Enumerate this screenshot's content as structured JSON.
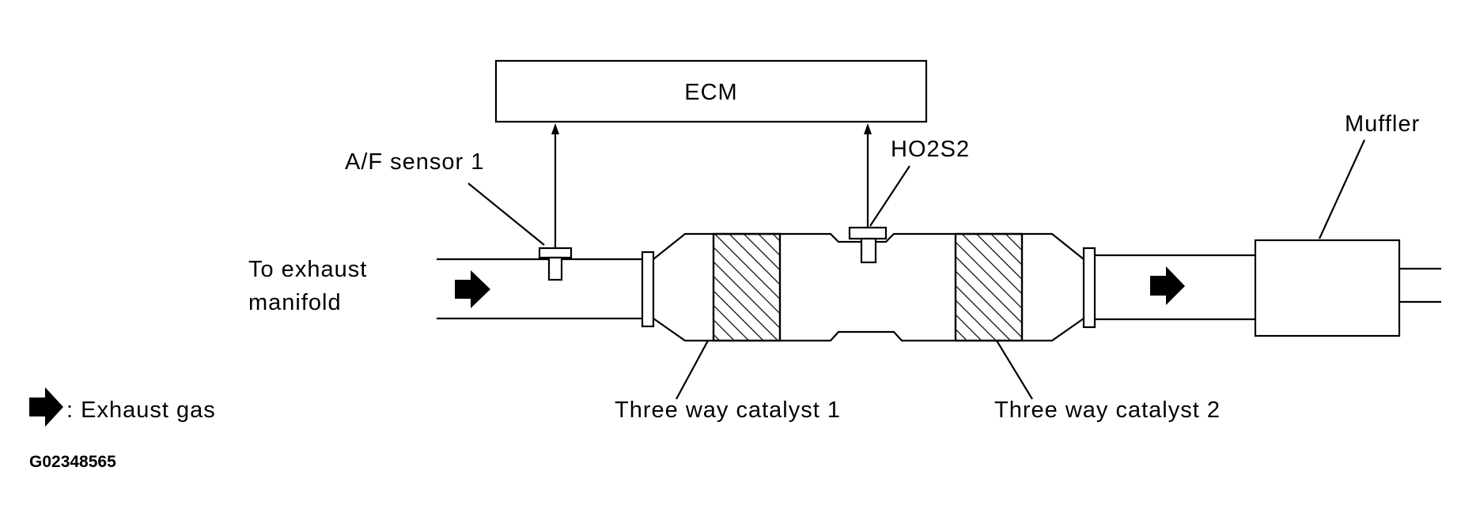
{
  "ecm_label": "ECM",
  "labels": {
    "af_sensor": "A/F sensor 1",
    "ho2s2": "HO2S2",
    "muffler": "Muffler",
    "exhaust_manifold_line1": "To exhaust",
    "exhaust_manifold_line2": "manifold",
    "catalyst1": "Three way catalyst 1",
    "catalyst2": "Three way catalyst 2"
  },
  "legend": {
    "icon": "arrow-right-icon",
    "text": ": Exhaust gas"
  },
  "figure_code": "G02348565"
}
